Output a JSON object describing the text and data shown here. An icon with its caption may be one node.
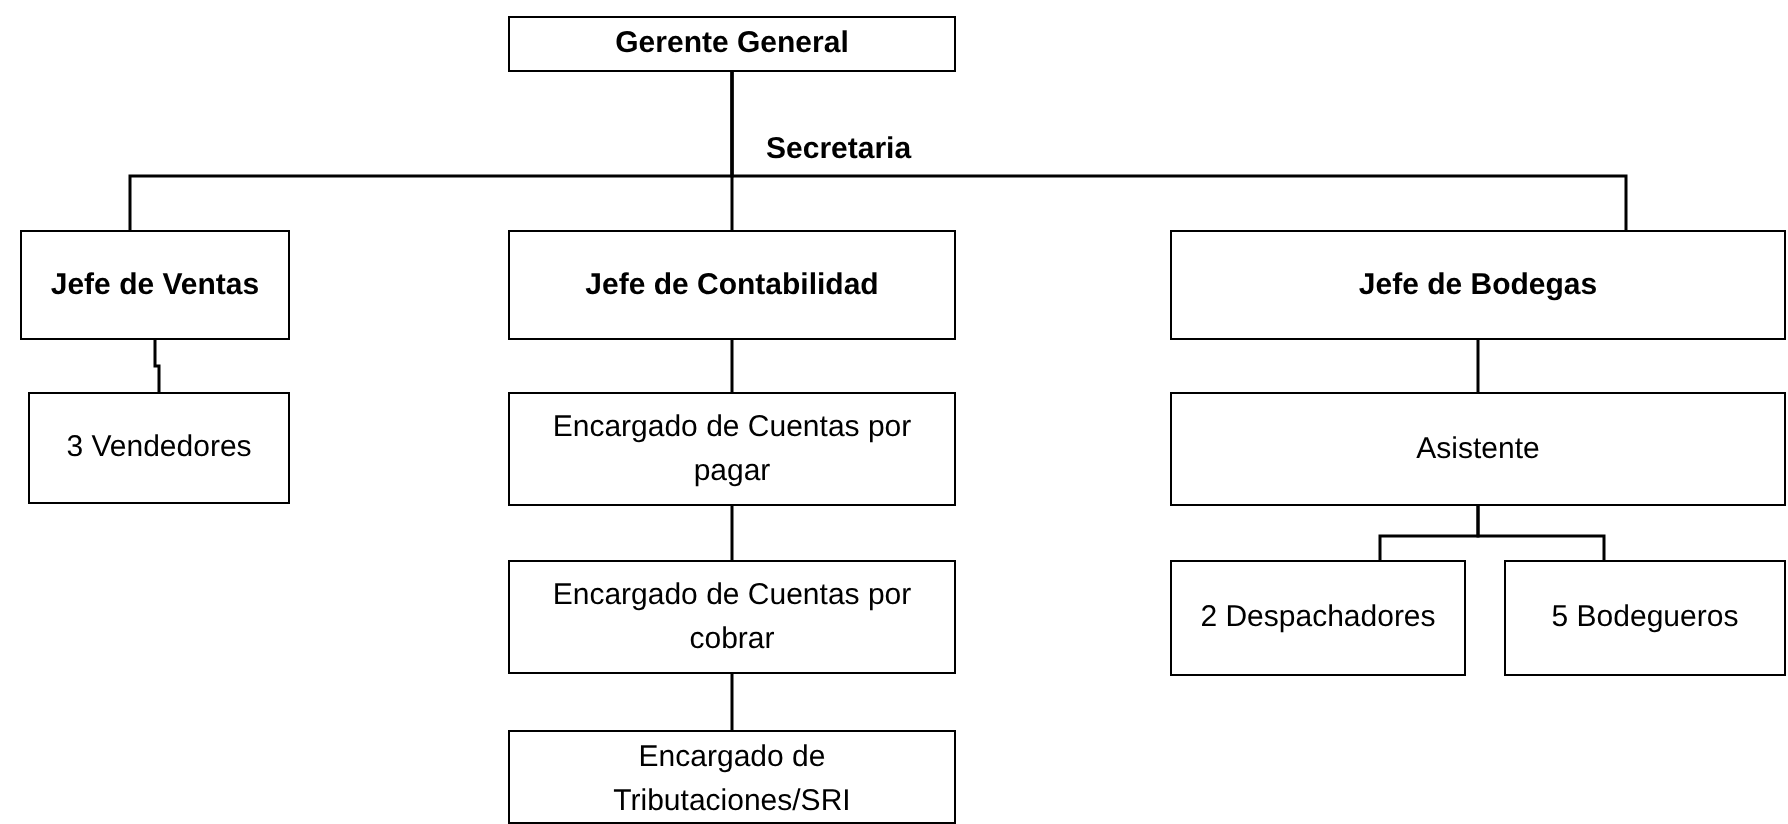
{
  "diagram": {
    "nodes": [
      {
        "text": [
          "Gerente General"
        ]
      },
      {
        "text": [
          "Jefe de Ventas"
        ]
      },
      {
        "text": [
          "Jefe de Contabilidad"
        ]
      },
      {
        "text": [
          "Jefe de Bodegas"
        ]
      },
      {
        "text": [
          "3 Vendedores"
        ]
      },
      {
        "text": [
          "Encargado de Cuentas por pagar"
        ]
      },
      {
        "text": [
          "Encargado de Cuentas por cobrar"
        ]
      },
      {
        "text": [
          "Encargado de Tributaciones/SRI"
        ]
      },
      {
        "text": [
          "Asistente"
        ]
      },
      {
        "text": [
          "2 Despachadores"
        ]
      },
      {
        "text": [
          "5 Bodegueros"
        ]
      }
    ],
    "edges": [
      {
        "from": 0,
        "to": 1,
        "arrow": "none"
      },
      {
        "from": 0,
        "to": 2,
        "arrow": "none"
      },
      {
        "from": 0,
        "to": 3,
        "arrow": "none"
      },
      {
        "from": 1,
        "to": 4,
        "arrow": "none"
      },
      {
        "from": 2,
        "to": 5,
        "arrow": "none"
      },
      {
        "from": 5,
        "to": 6,
        "arrow": "none"
      },
      {
        "from": 6,
        "to": 7,
        "arrow": "none"
      },
      {
        "from": 3,
        "to": 8,
        "arrow": "none"
      },
      {
        "from": 8,
        "to": 9,
        "arrow": "none"
      },
      {
        "from": 8,
        "to": 10,
        "arrow": "none"
      }
    ],
    "labels": [
      "Secretaria"
    ]
  }
}
